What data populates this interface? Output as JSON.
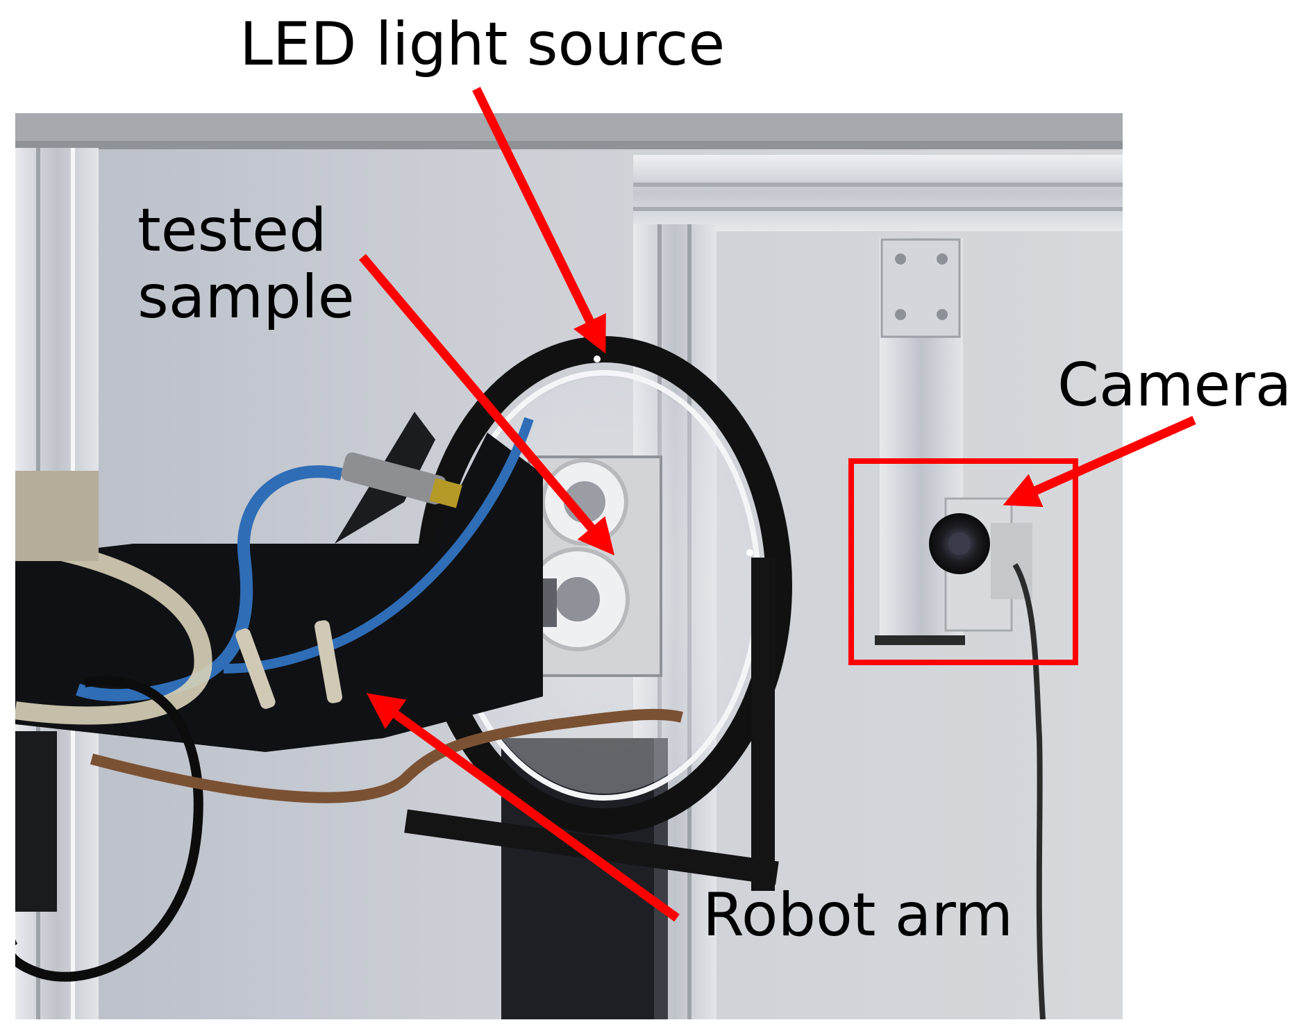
{
  "labels": {
    "led_light_source": "LED light source",
    "tested_sample_line1": "tested",
    "tested_sample_line2": "sample",
    "camera": "Camera",
    "robot_arm": "Robot arm"
  },
  "colors": {
    "annotation_red": "#ff0000",
    "label_text": "#000000",
    "wall_gray": "#c9ccd3",
    "aluminium": "#d9dce1",
    "fixture_black": "#111111",
    "tube_blue": "#2f6db6"
  }
}
